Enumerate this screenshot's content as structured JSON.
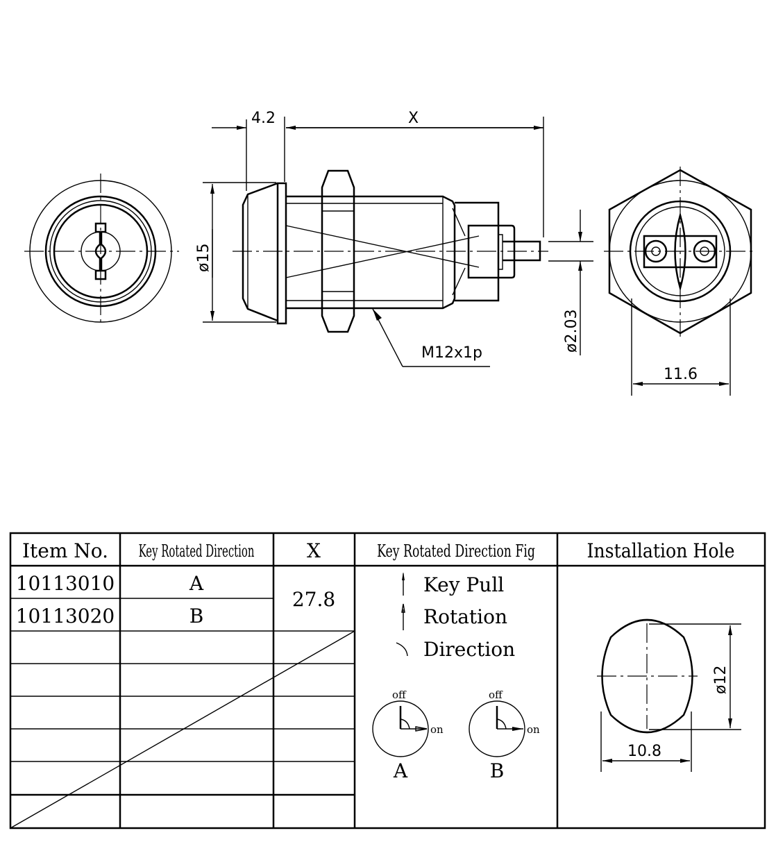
{
  "drawing": {
    "dim_flange": "4.2",
    "dim_length": "X",
    "dim_diameter": "ø15",
    "dim_thread": "M12x1p",
    "dim_pin": "ø2.03",
    "dim_hex": "11.6"
  },
  "table": {
    "headers": [
      "Item No.",
      "Key Rotated Direction",
      "X",
      "Key Rotated Direction Fig",
      "Installation Hole"
    ],
    "rows": [
      {
        "item": "10113010",
        "direction": "A"
      },
      {
        "item": "10113020",
        "direction": "B"
      }
    ],
    "x_value": "27.8",
    "legend": {
      "key_pull": "Key Pull",
      "rotation": "Rotation",
      "direction": "Direction"
    },
    "fig": {
      "off": "off",
      "on": "on",
      "a": "A",
      "b": "B"
    },
    "hole": {
      "diameter": "ø12",
      "width": "10.8"
    }
  }
}
